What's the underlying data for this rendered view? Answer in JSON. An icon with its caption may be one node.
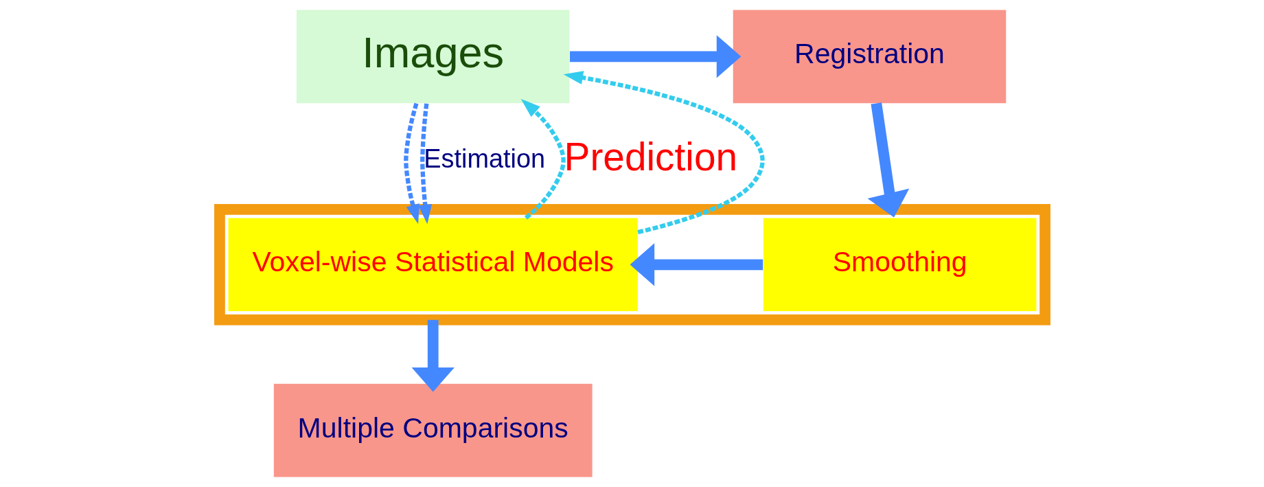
{
  "diagram": {
    "nodes": [
      {
        "text": [
          "Images"
        ]
      },
      {
        "text": [
          "Registration"
        ]
      },
      {
        "text": [],
        "shape": "box"
      },
      {
        "text": [
          "Smoothing"
        ],
        "in": 2
      },
      {
        "text": [
          "Voxel-wise Statistical Models"
        ],
        "in": 2
      },
      {
        "text": [
          "Multiple Comparisons"
        ]
      }
    ],
    "edges": [
      {
        "from": 0,
        "to": 1,
        "arrow": "to",
        "style": "thick"
      },
      {
        "from": 1,
        "to": 2,
        "arrow": "to",
        "style": "thick"
      },
      {
        "from": 3,
        "to": 4,
        "arrow": "to",
        "style": "thick"
      },
      {
        "from": 2,
        "to": 5,
        "arrow": "to",
        "style": "thick"
      },
      {
        "from": 0,
        "to": 4,
        "arrow": "to",
        "style": "dashed",
        "label": "Estimation"
      },
      {
        "from": 0,
        "to": 4,
        "arrow": "to",
        "style": "dashed"
      },
      {
        "from": 4,
        "to": 0,
        "arrow": "to",
        "style": "dashed",
        "color": "#33ccee",
        "label": "Prediction"
      },
      {
        "from": 4,
        "to": 0,
        "arrow": "to",
        "style": "dashed",
        "color": "#33ccee"
      }
    ]
  }
}
